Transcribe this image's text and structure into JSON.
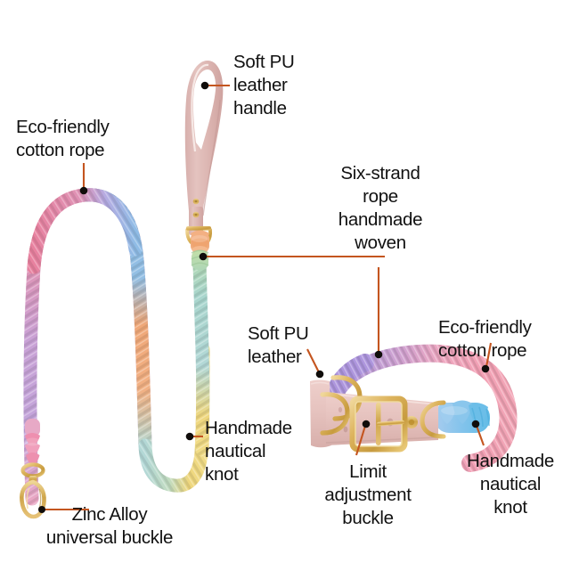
{
  "diagram": {
    "title": "Rainbow cotton rope dog leash and collar — annotated features",
    "background_color": "#ffffff",
    "leader_line_color": "#C4551F",
    "leader_dot_color": "#100D0B",
    "text_color": "#111111"
  },
  "callouts": {
    "eco_rope_leash": {
      "label": "Eco-friendly\ncotton rope",
      "anchor": "leash rope top arc"
    },
    "pu_leather_handle": {
      "label": "Soft PU\nleather\nhandle",
      "anchor": "leash leather handle loop"
    },
    "six_strand_woven": {
      "label": "Six-strand\nrope\nhandmade\nwoven",
      "anchor": "green woven rope section below handle"
    },
    "eco_rope_collar": {
      "label": "Eco-friendly\ncotton rope",
      "anchor": "collar pink rope"
    },
    "pu_leather_collar": {
      "label": "Soft PU\nleather",
      "anchor": "collar leather strap tip"
    },
    "nautical_knot_leash": {
      "label": "Handmade\nnautical\nknot",
      "anchor": "leash yellow rope section"
    },
    "limit_adjustment_buckle": {
      "label": "Limit\nadjustment\nbuckle",
      "anchor": "collar gold rectangular buckle"
    },
    "nautical_knot_collar": {
      "label": "Handmade\nnautical\nknot",
      "anchor": "collar blue braided knot"
    },
    "zinc_alloy_buckle": {
      "label": "Zinc Alloy\nuniversal buckle",
      "anchor": "leash gold snap hook clasp"
    }
  },
  "products": {
    "leash": {
      "name": "rope-leash",
      "handle_color": "#DCB8B4",
      "hardware_color": "#D4A843",
      "rope_gradient": [
        "#E87FA3",
        "#C9A3D8",
        "#B9AEE0",
        "#8FBCE6",
        "#F0A878",
        "#EFD77E",
        "#A9D6CE"
      ]
    },
    "collar": {
      "name": "rope-collar",
      "strap_color": "#E8C2BF",
      "hardware_color": "#D9AE4E",
      "rope_gradient": [
        "#B49BDE",
        "#C6A4D9",
        "#E3A6C8",
        "#F0A7B8",
        "#7EC8E8"
      ]
    }
  }
}
